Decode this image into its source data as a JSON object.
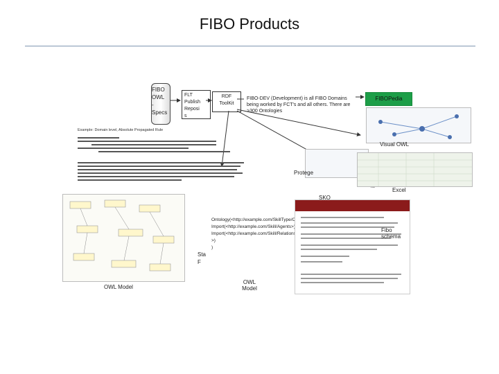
{
  "title": "FIBO Products",
  "cylinder": {
    "line1": "FIBO",
    "line2": "OWL",
    "line3": "-",
    "line4": "Specs"
  },
  "flt_box": {
    "line1": "FLT",
    "line2": "Publish",
    "line3": "Reposi",
    "line4": "s"
  },
  "rdf_box": {
    "line1": "RDF",
    "line2": "ToolKit"
  },
  "fibo_dev_text": "FIBO-DEV (Development) is all FIBO Domains being worked by FCT's and all others. There are >300 Ontologies",
  "fibopedia_label": "FIBOPedia",
  "example_text": "Example: Domain level, Absolute Propagated Rule",
  "visual_owl_label": "Visual OWL",
  "protege_label": "Protege",
  "excel_label": "Excel",
  "skos_label": "SKO",
  "owl_model_label": "OWL Model",
  "owl_model_label2": "OWL Model",
  "fibo_schema_label": "Fibo schema",
  "side_labels": {
    "a": "Sta",
    "b": "F"
  },
  "bullets": [
    "Ontology(<http://example.com/SkillType/Capabilities>",
    "Import(<http://example.com/Skill/Agents>)",
    "Import(<http://example.com/Skill/Relations>)",
    ">)",
    ")"
  ]
}
